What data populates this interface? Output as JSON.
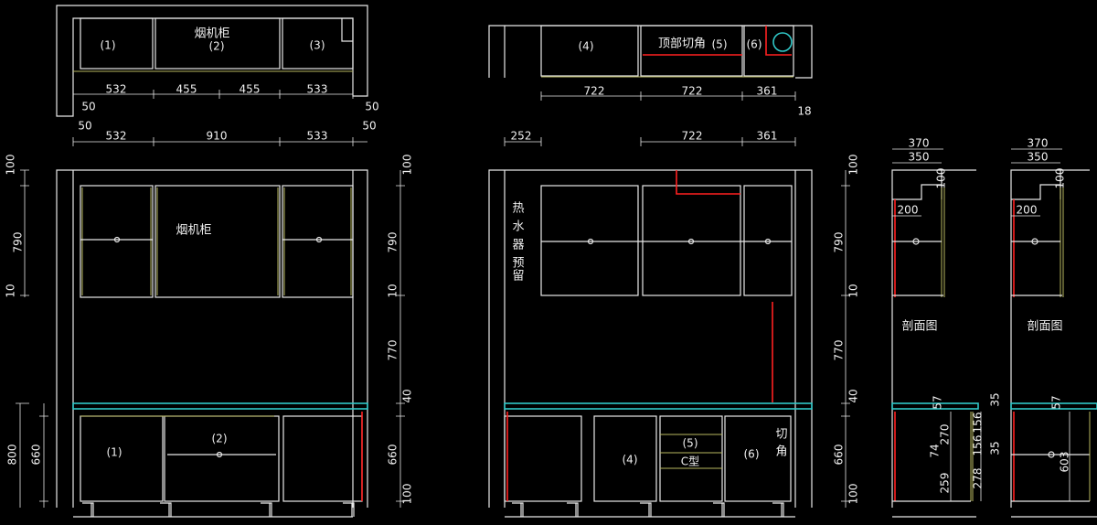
{
  "plan_left": {
    "labels": [
      "(1)",
      "烟机柜",
      "(2)",
      "(3)"
    ],
    "dims_top": [
      "532",
      "455",
      "455",
      "533"
    ],
    "dims_side": [
      "50",
      "50"
    ],
    "dims_bottom": [
      "50",
      "532",
      "910",
      "533",
      "50"
    ]
  },
  "elev_left": {
    "hood_label": "烟机柜",
    "base_labels": [
      "(1)",
      "(2)"
    ],
    "left_dims": [
      "100",
      "790",
      "10",
      "800",
      "660"
    ],
    "right_dims": [
      "100",
      "790",
      "10",
      "770",
      "40",
      "660",
      "100"
    ]
  },
  "plan_right": {
    "labels": [
      "(4)",
      "顶部切角",
      "(5)",
      "(6)"
    ],
    "dims_top": [
      "722",
      "722",
      "361",
      "18"
    ],
    "dims_bottom": [
      "252",
      "722",
      "361"
    ]
  },
  "elev_right": {
    "heater_chars": [
      "热",
      "水",
      "器",
      "预",
      "留"
    ],
    "base_labels": [
      "(4)",
      "(5)",
      "C型",
      "(6)"
    ],
    "cut_chars": [
      "切",
      "角"
    ],
    "right_dims": [
      "100",
      "790",
      "10",
      "770",
      "40",
      "660",
      "100"
    ]
  },
  "section1": {
    "title": "剖面图",
    "dims": [
      "370",
      "350",
      "100",
      "200",
      "57",
      "35",
      "270",
      "156",
      "156",
      "74",
      "35",
      "259",
      "278"
    ]
  },
  "section2": {
    "title": "剖面图",
    "dims": [
      "370",
      "350",
      "100",
      "200",
      "57",
      "603"
    ]
  }
}
